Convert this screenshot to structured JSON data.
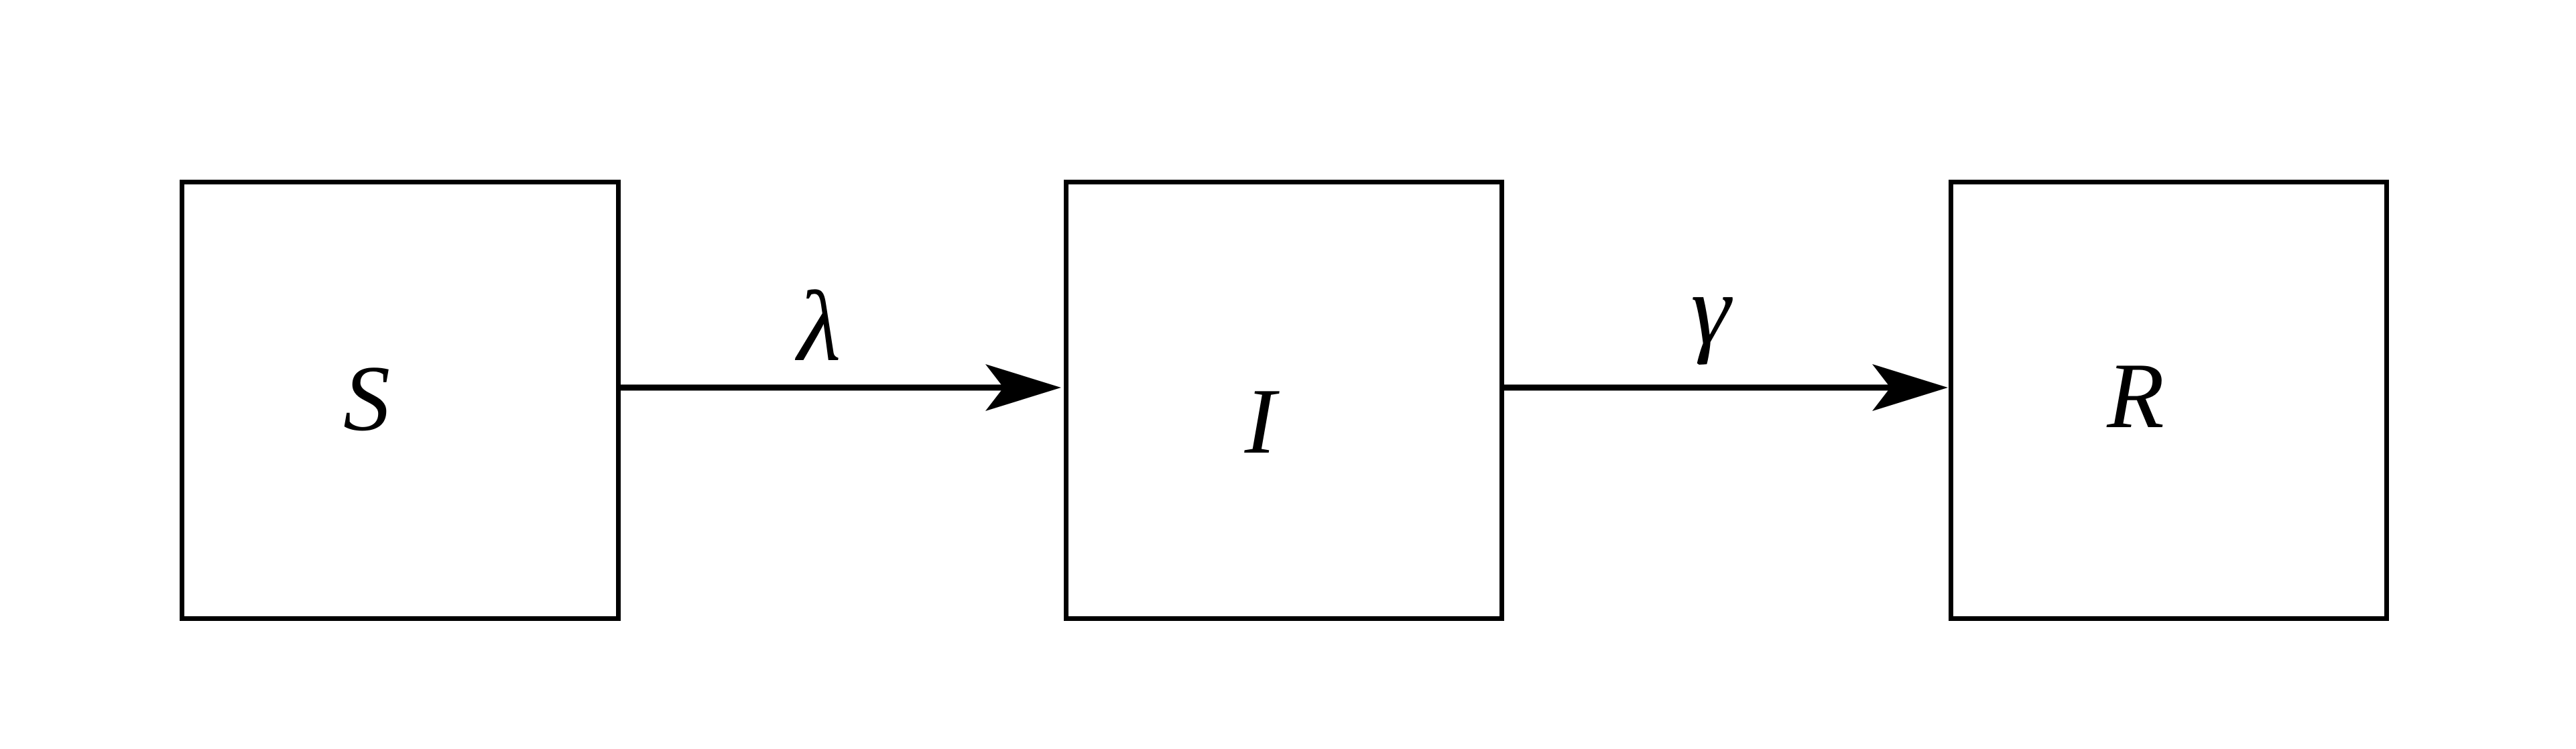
{
  "colors": {
    "foreground": "#000000",
    "background": "#ffffff"
  },
  "nodes": [
    {
      "id": "S",
      "label": "S"
    },
    {
      "id": "I",
      "label": "I"
    },
    {
      "id": "R",
      "label": "R"
    }
  ],
  "edges": [
    {
      "from": "S",
      "to": "I",
      "label": "λ"
    },
    {
      "from": "I",
      "to": "R",
      "label": "γ"
    }
  ]
}
